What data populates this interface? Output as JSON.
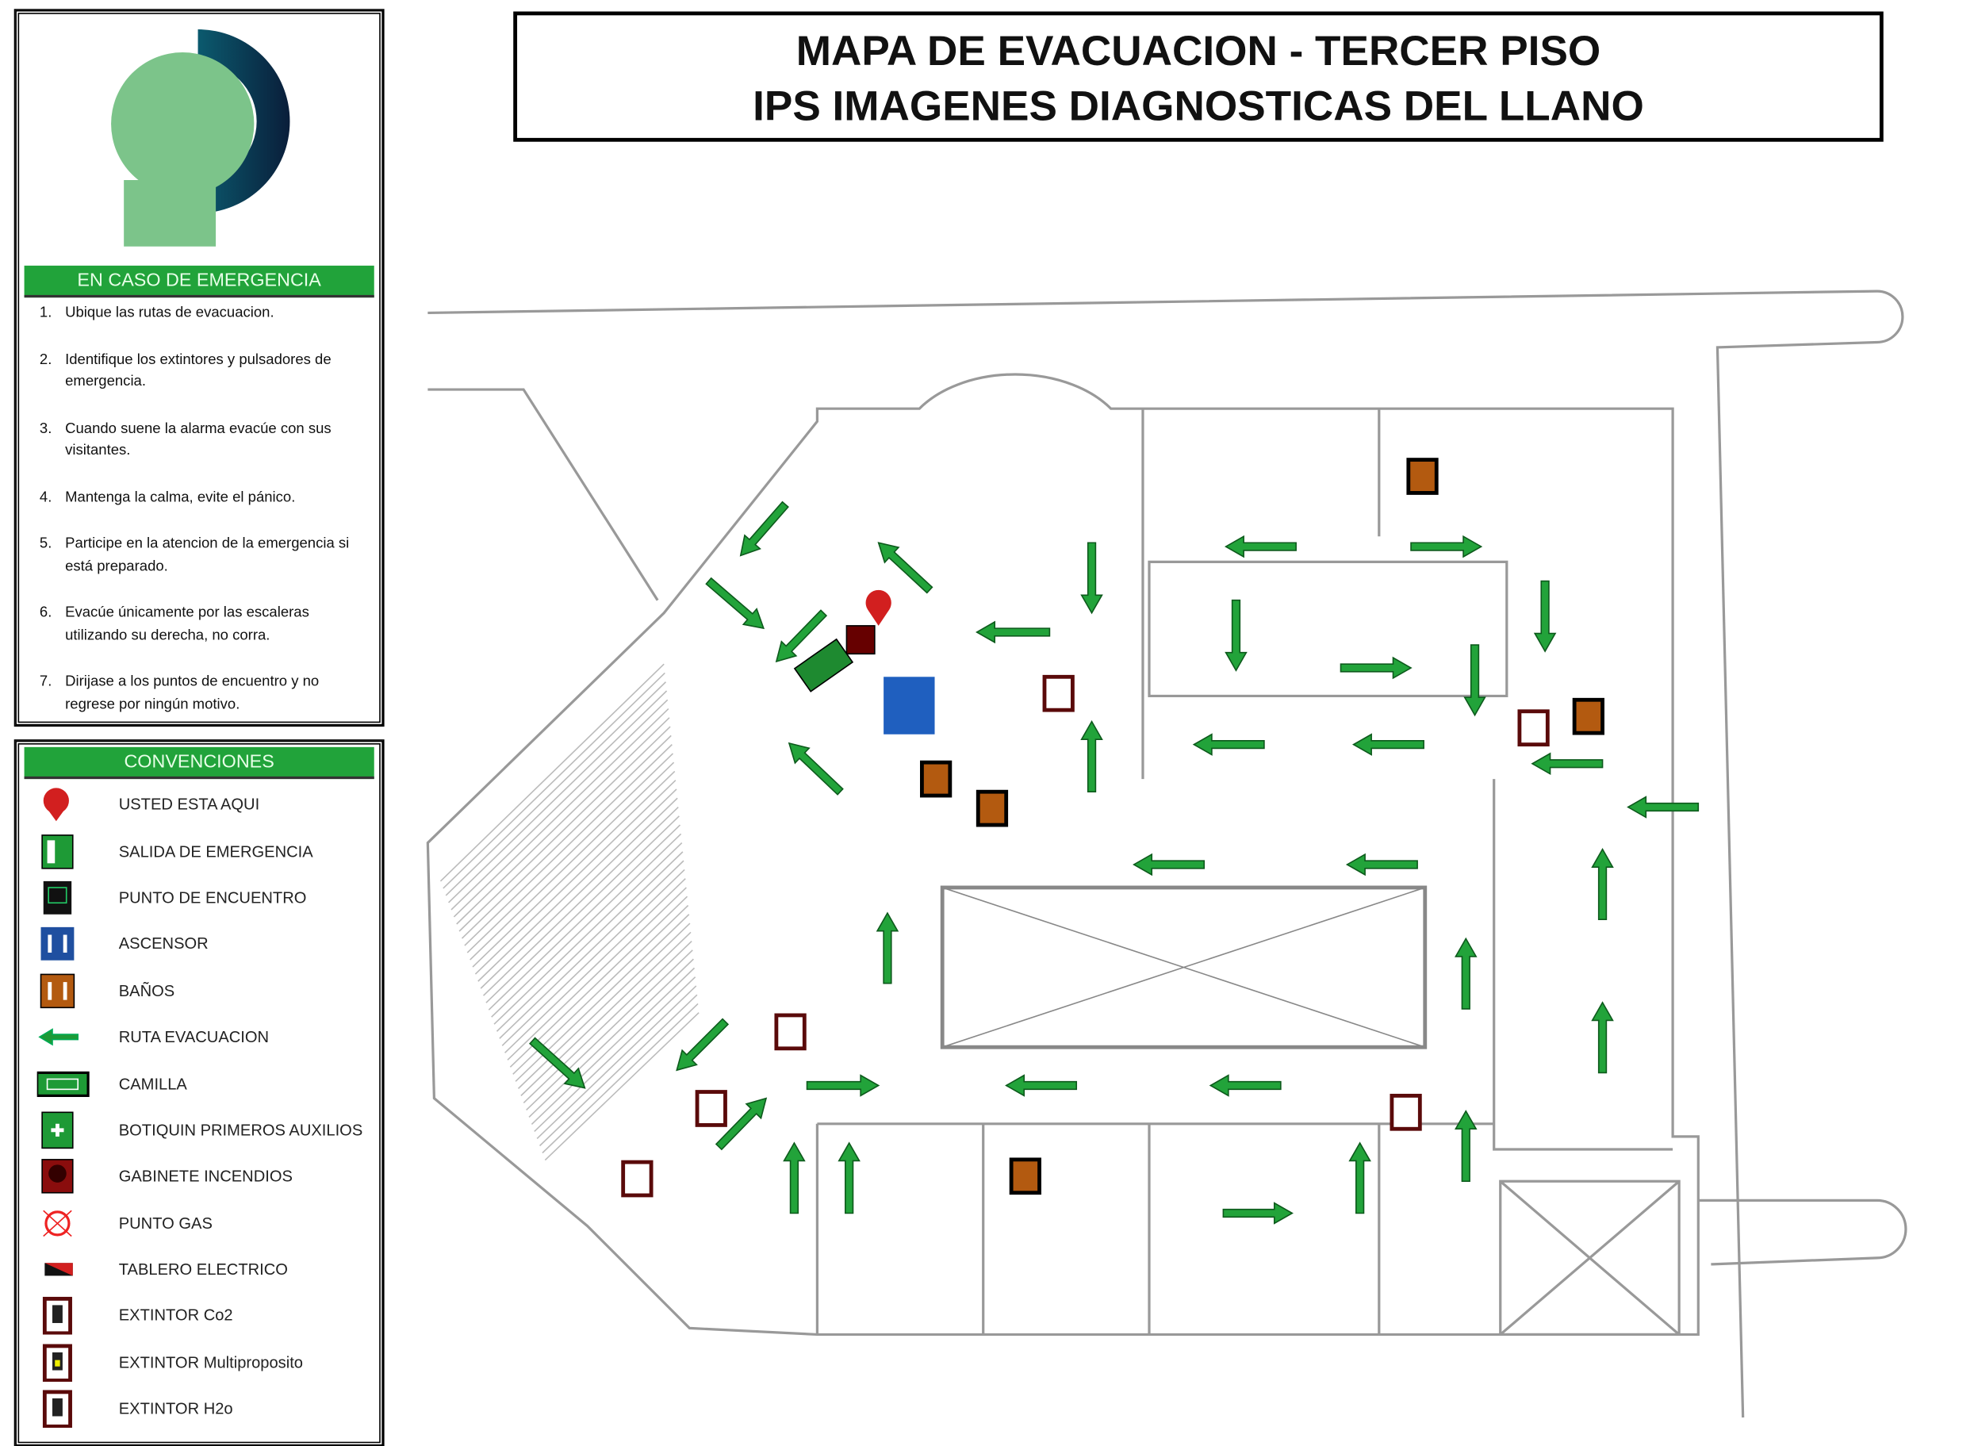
{
  "title": {
    "line1": "MAPA DE EVACUACION - TERCER PISO",
    "line2": "IPS IMAGENES DIAGNOSTICAS DEL LLANO"
  },
  "emergency": {
    "header": "EN CASO DE EMERGENCIA",
    "steps": [
      {
        "n": "1.",
        "text": "Ubique las rutas de evacuacion."
      },
      {
        "n": "2.",
        "text": "Identifique los extintores y pulsadores de emergencia."
      },
      {
        "n": "3.",
        "text": "Cuando suene la alarma evacúe con sus visitantes."
      },
      {
        "n": "4.",
        "text": "Mantenga la calma, evite el pánico."
      },
      {
        "n": "5.",
        "text": "Participe en la atencion de la emergencia si está preparado."
      },
      {
        "n": "6.",
        "text": "Evacúe únicamente por las escaleras utilizando su derecha, no corra."
      },
      {
        "n": "7.",
        "text": "Dirijase a los puntos de encuentro y no regrese por ningún motivo."
      }
    ]
  },
  "legend": {
    "header": "CONVENCIONES",
    "items": [
      {
        "label": "USTED ESTA AQUI",
        "icon": "you-are-here-icon"
      },
      {
        "label": "SALIDA DE EMERGENCIA",
        "icon": "emergency-exit-icon"
      },
      {
        "label": "PUNTO DE ENCUENTRO",
        "icon": "meeting-point-icon"
      },
      {
        "label": "ASCENSOR",
        "icon": "elevator-icon"
      },
      {
        "label": "BAÑOS",
        "icon": "restroom-icon"
      },
      {
        "label": "RUTA EVACUACION",
        "icon": "evacuation-arrow-icon"
      },
      {
        "label": "CAMILLA",
        "icon": "stretcher-icon"
      },
      {
        "label": "BOTIQUIN PRIMEROS AUXILIOS",
        "icon": "first-aid-icon"
      },
      {
        "label": "GABINETE INCENDIOS",
        "icon": "fire-cabinet-icon"
      },
      {
        "label": "PUNTO GAS",
        "icon": "gas-point-icon"
      },
      {
        "label": "TABLERO ELECTRICO",
        "icon": "electrical-panel-icon"
      },
      {
        "label": "EXTINTOR Co2",
        "icon": "extinguisher-co2-icon"
      },
      {
        "label": "EXTINTOR Multiproposito",
        "icon": "extinguisher-multipurpose-icon"
      },
      {
        "label": "EXTINTOR H2o",
        "icon": "extinguisher-h2o-icon"
      }
    ]
  },
  "colors": {
    "green": "#21a33a",
    "red": "#d21f1f",
    "blue": "#1f5fbf",
    "orange": "#b35a10"
  }
}
